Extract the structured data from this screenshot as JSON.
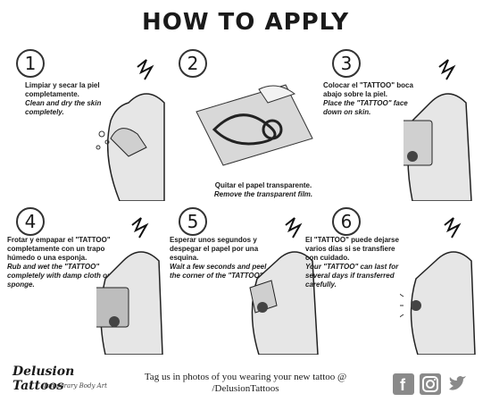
{
  "title": "HOW TO APPLY",
  "steps": [
    {
      "number": "1",
      "es": "Limpiar y secar la piel completamente.",
      "en": "Clean and dry the skin completely."
    },
    {
      "number": "2",
      "es": "Quitar el papel transparente.",
      "en": "Remove the transparent film."
    },
    {
      "number": "3",
      "es": "Colocar el \"TATTOO\" boca abajo sobre la piel.",
      "en": "Place the \"TATTOO\" face down on skin."
    },
    {
      "number": "4",
      "es": "Frotar y empapar el \"TATTOO\" completamente con un trapo húmedo o una esponja.",
      "en": "Rub and wet the \"TATTOO\" completely with damp cloth or sponge."
    },
    {
      "number": "5",
      "es": "Esperar unos segundos y despegar el papel por una esquina.",
      "en": "Wait a few seconds and peel the corner of the \"TATTOO\"."
    },
    {
      "number": "6",
      "es": "El \"TATTOO\" puede dejarse varios días si se transfiere con cuidado.",
      "en": "Your \"TATTOO\" can last for several days if transferred carefully."
    }
  ],
  "footer": {
    "line1": "Tag us in photos of you wearing your new tattoo @",
    "line2": "/DelusionTattoos"
  },
  "logo": {
    "brand": "Delusion Tattoos",
    "tagline": "Temporary Body Art"
  },
  "social": [
    {
      "icon": "facebook-icon",
      "glyph": "f",
      "color": "#8a8a8a"
    },
    {
      "icon": "instagram-icon",
      "glyph": "◎",
      "color": "#8a8a8a"
    },
    {
      "icon": "twitter-icon",
      "glyph": "🐦",
      "color": "#8a8a8a"
    }
  ]
}
